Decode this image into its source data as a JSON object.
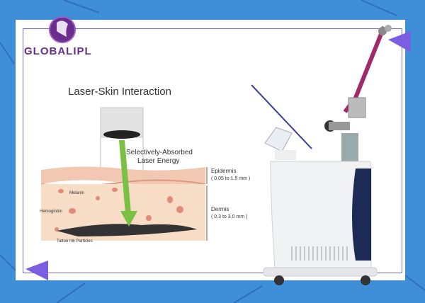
{
  "brand": {
    "logo_text": "GLOBALIPL"
  },
  "diagram": {
    "title": "Laser-Skin Interaction",
    "beam_label_line1": "Selectively-Absorbed",
    "beam_label_line2": "Laser Energy",
    "epidermis_label": "Epidermis",
    "epidermis_range": "( 0.05 to 1.5 mm )",
    "dermis_label": "Dermis",
    "dermis_range": "( 0.3 to 3.0 mm )",
    "melanin_label": "Melanin",
    "hemoglobin_label": "Hemoglobin",
    "tattoo_label": "Tattoo Ink Particles"
  },
  "colors": {
    "background": "#3f8fd8",
    "accent": "#7b5fe0",
    "brand": "#6a2d8e",
    "skin_top": "#f2c8b2",
    "dermis": "#f7dcc6",
    "beam": "#7ac043"
  }
}
